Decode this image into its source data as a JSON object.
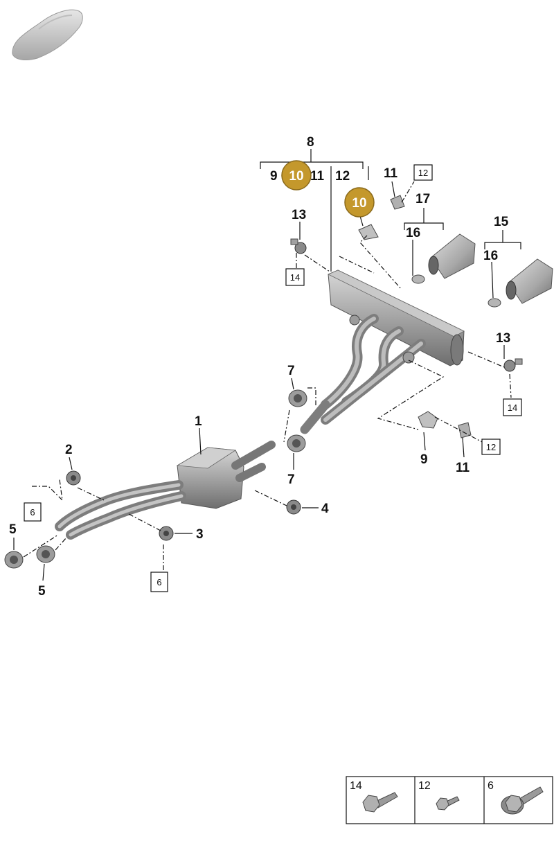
{
  "callouts": {
    "c1": "1",
    "c2": "2",
    "c3": "3",
    "c4": "4",
    "c5a": "5",
    "c5b": "5",
    "c7a": "7",
    "c7b": "7",
    "c8": "8",
    "c9a": "9",
    "c9b": "9",
    "c10a": "10",
    "c10b": "10",
    "c11a": "11",
    "c11b": "11",
    "c11c": "11",
    "c12a": "12",
    "c13a": "13",
    "c13b": "13",
    "c15": "15",
    "c16a": "16",
    "c16b": "16",
    "c17": "17"
  },
  "boxed_refs": {
    "b6a": "6",
    "b6b": "6",
    "b12a": "12",
    "b12b": "12",
    "b14a": "14",
    "b14b": "14"
  },
  "legend": {
    "items": [
      {
        "label": "14",
        "icon": "large-hex-bolt-icon"
      },
      {
        "label": "12",
        "icon": "small-hex-bolt-icon"
      },
      {
        "label": "6",
        "icon": "flanged-hex-bolt-icon"
      }
    ]
  },
  "colors": {
    "badge": "#c4982c",
    "part_gray": "#9a9a9a",
    "part_dark": "#6b6b6b",
    "line": "#111111"
  }
}
